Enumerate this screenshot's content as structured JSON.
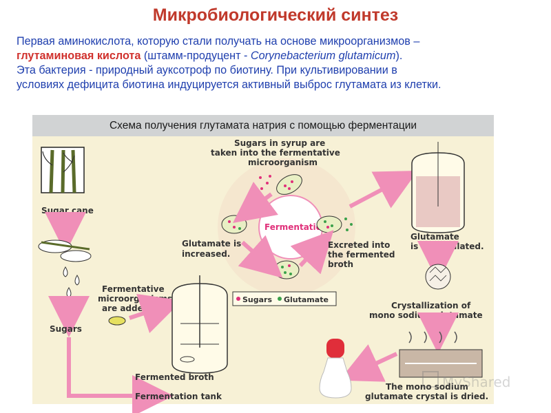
{
  "header": {
    "title": "Микробиологический синтез"
  },
  "intro": {
    "line1": "Первая аминокислота, которую стали получать на основе микроорганизмов –",
    "line2_bold": "глутаминовая кислота",
    "line2_rest": " (штамм-продуцент  - ",
    "line2_italic": "Corynebacterium glutamicum",
    "line2_end": ").",
    "line3": "Эта бактерия - природный ауксотроф по биотину. При культивировании в",
    "line4": "условиях дефицита биотина индуцируется активный выброс глутамата из клетки."
  },
  "diagram": {
    "caption": "Схема получения глутамата натрия с помощью ферментации",
    "sugar_cane": "Sugar cane",
    "sugars": "Sugars",
    "fermentative_1": "Fermentative",
    "fermentative_2": "microorganisms",
    "fermentative_3": "are added.",
    "fermented_broth": "Fermented broth",
    "fermentation_tank": "Fermentation tank",
    "syrup_1": "Sugars in syrup are",
    "syrup_2": "taken into the fermentative",
    "syrup_3": "microorganism",
    "fermentation": "Fermentation",
    "glutamate_inc_1": "Glutamate is",
    "glutamate_inc_2": "increased.",
    "excreted_1": "Excreted into",
    "excreted_2": "the fermented",
    "excreted_3": "broth",
    "legend_sugars": "Sugars",
    "legend_glutamate": "Glutamate",
    "accum_1": "Glutamate",
    "accum_2": "is accumulated.",
    "cryst_1": "Crystallization of",
    "cryst_2": "mono sodium glutamate",
    "dried_1": "The mono sodium",
    "dried_2": "glutamate crystal is dried.",
    "watermark": "MyShared",
    "colors": {
      "arrow": "#f08fb8",
      "sugar_dot": "#e0307a",
      "glutamate_dot": "#3aa04a",
      "cell": "#e9efc4"
    }
  }
}
